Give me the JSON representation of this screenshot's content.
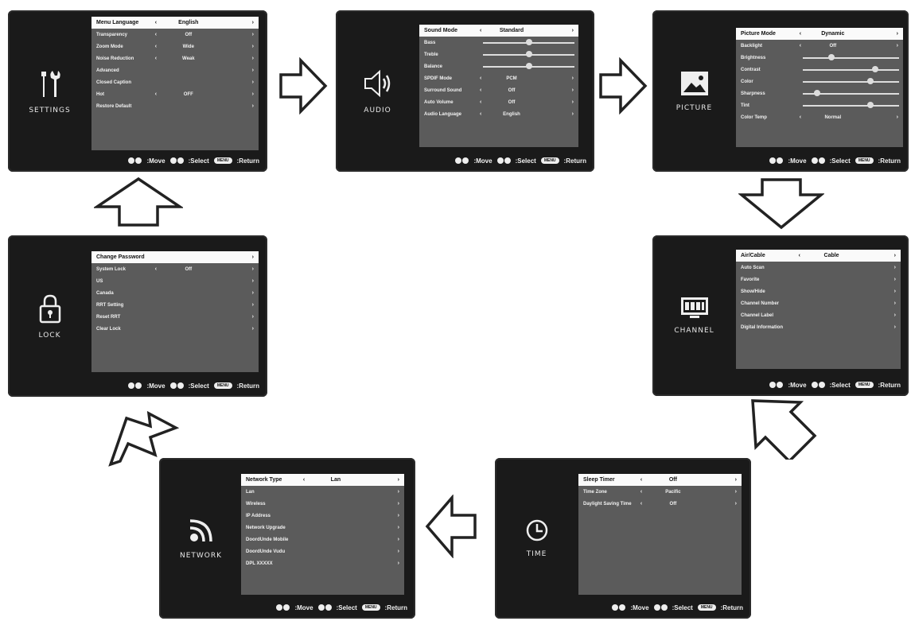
{
  "hint": {
    "move": ":Move",
    "select": ":Select",
    "menu_key": "MENU",
    "return": ":Return"
  },
  "settings": {
    "label": "SETTINGS",
    "icon": "tools-icon",
    "rows": [
      {
        "name": "Menu Language",
        "value": "English"
      },
      {
        "name": "Transparency",
        "value": "Off"
      },
      {
        "name": "Zoom Mode",
        "value": "Wide"
      },
      {
        "name": "Noise Reduction",
        "value": "Weak"
      },
      {
        "name": "Advanced",
        "value": ""
      },
      {
        "name": "Closed Caption",
        "value": ""
      },
      {
        "name": "Hot",
        "value": "OFF"
      },
      {
        "name": "Restore Default",
        "value": ""
      }
    ]
  },
  "audio": {
    "label": "AUDIO",
    "icon": "speaker-icon",
    "rows": [
      {
        "name": "Sound Mode",
        "value": "Standard"
      },
      {
        "name": "Bass",
        "value": "",
        "slider": 0.5
      },
      {
        "name": "Treble",
        "value": "",
        "slider": 0.5
      },
      {
        "name": "Balance",
        "value": "",
        "slider": 0.5
      },
      {
        "name": "SPDIF Mode",
        "value": "PCM"
      },
      {
        "name": "Surround Sound",
        "value": "Off"
      },
      {
        "name": "Auto Volume",
        "value": "Off"
      },
      {
        "name": "Audio Language",
        "value": "English"
      }
    ]
  },
  "picture": {
    "label": "PICTURE",
    "icon": "picture-icon",
    "rows": [
      {
        "name": "Picture Mode",
        "value": "Dynamic"
      },
      {
        "name": "Backlight",
        "value": "Off"
      },
      {
        "name": "Brightness",
        "value": "",
        "slider": 0.3
      },
      {
        "name": "Contrast",
        "value": "",
        "slider": 0.75
      },
      {
        "name": "Color",
        "value": "",
        "slider": 0.7
      },
      {
        "name": "Sharpness",
        "value": "",
        "slider": 0.15
      },
      {
        "name": "Tint",
        "value": "",
        "slider": 0.7
      },
      {
        "name": "Color Temp",
        "value": "Normal"
      }
    ]
  },
  "channel": {
    "label": "CHANNEL",
    "icon": "channel-icon",
    "rows": [
      {
        "name": "Air/Cable",
        "value": "Cable"
      },
      {
        "name": "Auto Scan",
        "value": ""
      },
      {
        "name": "Favorite",
        "value": ""
      },
      {
        "name": "Show/Hide",
        "value": ""
      },
      {
        "name": "Channel Number",
        "value": ""
      },
      {
        "name": "Channel Label",
        "value": ""
      },
      {
        "name": "Digital Information",
        "value": ""
      }
    ]
  },
  "time": {
    "label": "TIME",
    "icon": "clock-icon",
    "rows": [
      {
        "name": "Sleep Timer",
        "value": "Off"
      },
      {
        "name": "Time Zone",
        "value": "Pacific"
      },
      {
        "name": "Daylight Saving Time",
        "value": "Off"
      }
    ]
  },
  "network": {
    "label": "NETWORK",
    "icon": "wifi-icon",
    "rows": [
      {
        "name": "Network Type",
        "value": "Lan"
      },
      {
        "name": "Lan",
        "value": ""
      },
      {
        "name": "Wireless",
        "value": ""
      },
      {
        "name": "IP Address",
        "value": ""
      },
      {
        "name": "Network Upgrade",
        "value": ""
      },
      {
        "name": "DoordUnde Mobile",
        "value": ""
      },
      {
        "name": "DoordUnde Vudu",
        "value": ""
      },
      {
        "name": "DPL XXXXX",
        "value": ""
      }
    ]
  },
  "lock": {
    "label": "LOCK",
    "icon": "padlock-icon",
    "rows": [
      {
        "name": "Change Password",
        "value": ""
      },
      {
        "name": "System Lock",
        "value": "Off"
      },
      {
        "name": "US",
        "value": ""
      },
      {
        "name": "Canada",
        "value": ""
      },
      {
        "name": "RRT Setting",
        "value": ""
      },
      {
        "name": "Reset RRT",
        "value": ""
      },
      {
        "name": "Clear Lock",
        "value": ""
      }
    ]
  }
}
